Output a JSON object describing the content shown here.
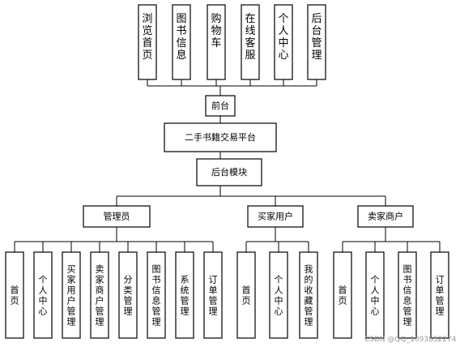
{
  "diagram": {
    "top_modules": [
      "浏览首页",
      "图书信息",
      "购物车",
      "在线客服",
      "个人中心",
      "后台管理"
    ],
    "front": "前台",
    "platform": "二手书籍交易平台",
    "backend": "后台模块",
    "roles": [
      {
        "label": "管理员",
        "children": [
          "首页",
          "个人中心",
          "买家用户管理",
          "卖家商户管理",
          "分类管理",
          "图书信息管理",
          "系统管理",
          "订单管理"
        ]
      },
      {
        "label": "买家用户",
        "children": [
          "首页",
          "个人中心",
          "我的收藏管理"
        ]
      },
      {
        "label": "卖家商户",
        "children": [
          "首页",
          "个人中心",
          "图书信息管理",
          "订单管理"
        ]
      }
    ],
    "watermark": "CSDN @QQ_1093832274"
  }
}
